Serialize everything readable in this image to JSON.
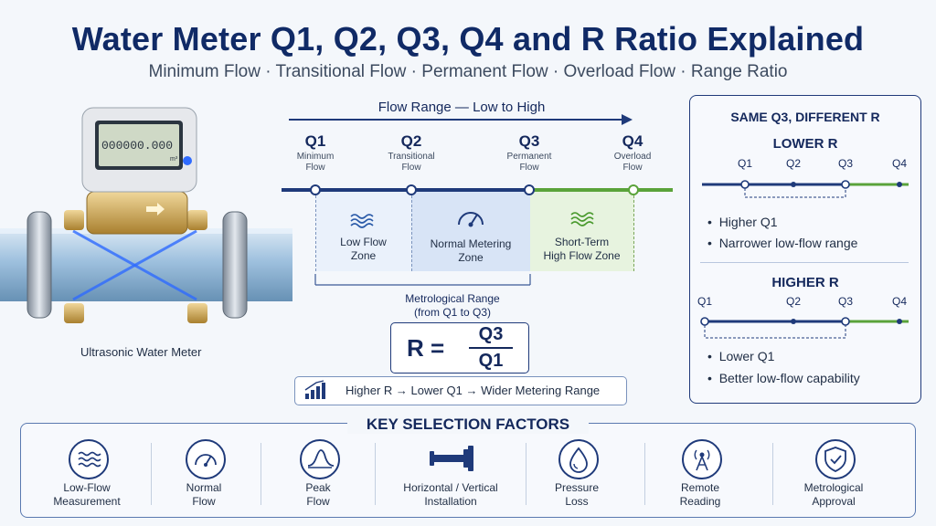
{
  "header": {
    "title": "Water Meter Q1, Q2, Q3, Q4 and R Ratio Explained",
    "subtitle": "Minimum Flow · Transitional Flow · Permanent Flow · Overload Flow · Range Ratio"
  },
  "meter": {
    "display_value": "000000.000",
    "display_unit": "m³",
    "caption": "Ultrasonic Water Meter"
  },
  "flow_chart": {
    "arrow_label": "Flow Range — Low to High",
    "points": [
      {
        "label": "Q1",
        "sub1": "Minimum",
        "sub2": "Flow"
      },
      {
        "label": "Q2",
        "sub1": "Transitional",
        "sub2": "Flow"
      },
      {
        "label": "Q3",
        "sub1": "Permanent",
        "sub2": "Flow"
      },
      {
        "label": "Q4",
        "sub1": "Overload",
        "sub2": "Flow"
      }
    ],
    "zones": [
      {
        "line1": "Low Flow",
        "line2": "Zone"
      },
      {
        "line1": "Normal Metering",
        "line2": "Zone"
      },
      {
        "line1": "Short-Term",
        "line2": "High Flow Zone"
      }
    ],
    "range_label": "Metrological Range",
    "range_sub": "(from Q1 to Q3)",
    "formula": {
      "lhs": "R =",
      "numerator": "Q3",
      "denominator": "Q1"
    },
    "note": "Higher R → Lower Q1 → Wider Metering Range",
    "colors": {
      "navy": "#1f3a7a",
      "green": "#5aa33a"
    }
  },
  "side_panel": {
    "title": "SAME Q3, DIFFERENT R",
    "lower": {
      "heading": "LOWER R",
      "labels": [
        "Q1",
        "Q2",
        "Q3",
        "Q4"
      ],
      "bullets": [
        "Higher Q1",
        "Narrower low-flow range"
      ]
    },
    "higher": {
      "heading": "HIGHER R",
      "labels": [
        "Q1",
        "Q2",
        "Q3",
        "Q4"
      ],
      "bullets": [
        "Lower Q1",
        "Better low-flow capability"
      ]
    }
  },
  "factors": {
    "title": "KEY SELECTION FACTORS",
    "items": [
      {
        "line1": "Low-Flow",
        "line2": "Measurement",
        "icon": "waves-icon"
      },
      {
        "line1": "Normal",
        "line2": "Flow",
        "icon": "gauge-icon"
      },
      {
        "line1": "Peak",
        "line2": "Flow",
        "icon": "peak-icon"
      },
      {
        "line1": "Horizontal / Vertical",
        "line2": "Installation",
        "icon": "pipe-icon"
      },
      {
        "line1": "Pressure",
        "line2": "Loss",
        "icon": "drop-icon"
      },
      {
        "line1": "Remote",
        "line2": "Reading",
        "icon": "antenna-icon"
      },
      {
        "line1": "Metrological",
        "line2": "Approval",
        "icon": "shield-icon"
      }
    ]
  }
}
